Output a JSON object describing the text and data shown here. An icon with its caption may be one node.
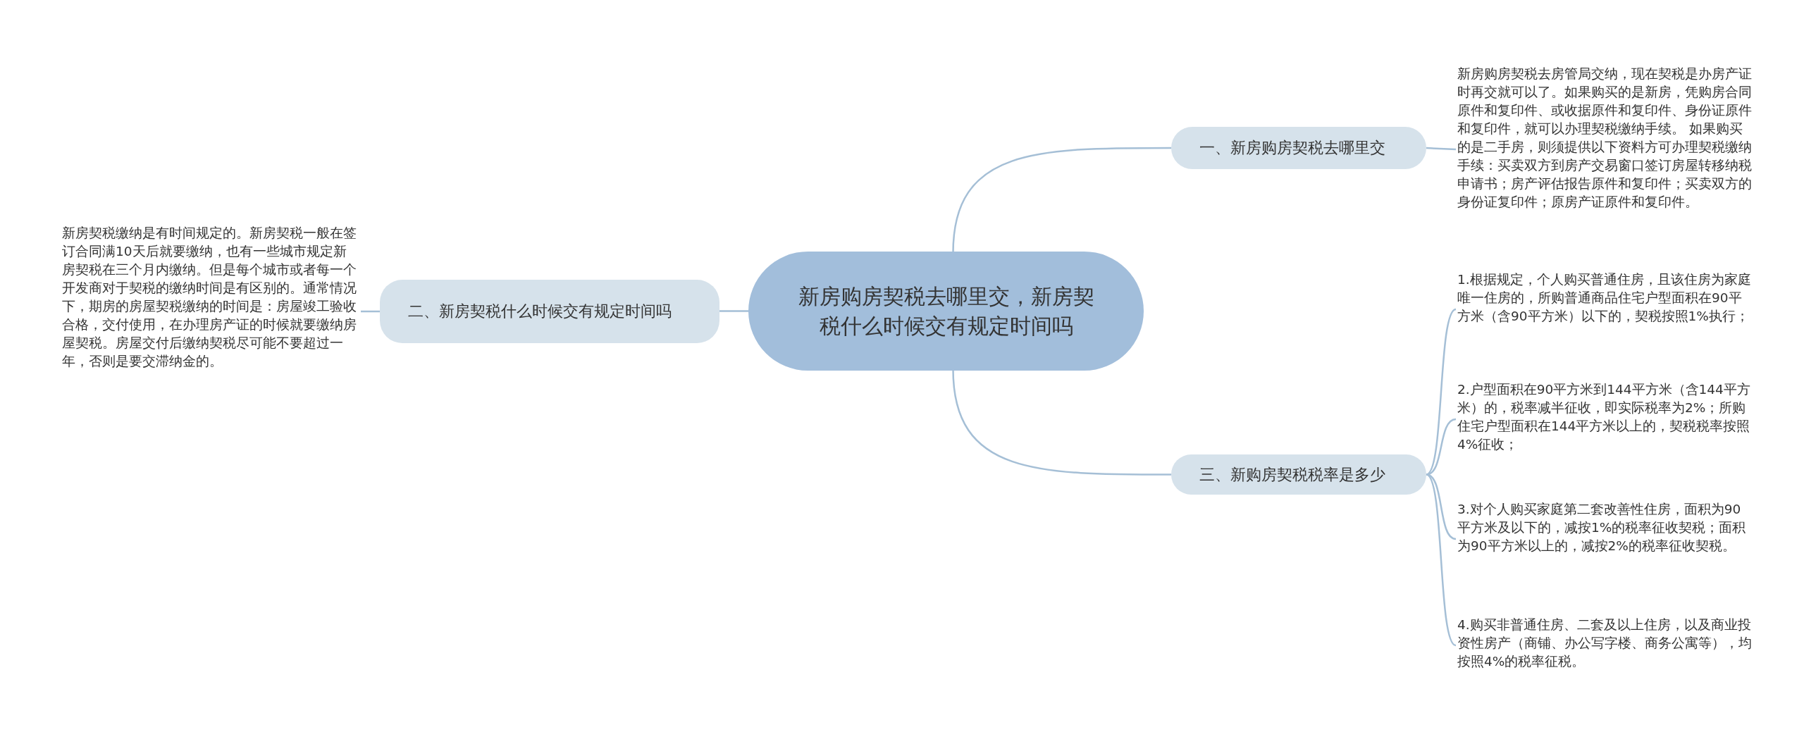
{
  "diagram": {
    "nodes": [
      {
        "text": [
          "新房购房契税去哪里交，新房契税什么时候交有规定时间吗"
        ]
      },
      {
        "text": [
          "一、新房购房契税去哪里交"
        ]
      },
      {
        "text": [
          "新房购房契税去房管局交纳，现在契税是办房产证时再交就可以了。如果购买的是新房，凭购房合同原件和复印件、或收据原件和复印件、身份证原件和复印件，就可以办理契税缴纳手续。 如果购买的是二手房，则须提供以下资料方可办理契税缴纳手续：买卖双方到房产交易窗口签订房屋转移纳税申请书；房产评估报告原件和复印件；买卖双方的身份证复印件；原房产证原件和复印件。"
        ]
      },
      {
        "text": [
          "二、新房契税什么时候交有规定时间吗"
        ]
      },
      {
        "text": [
          "新房契税缴纳是有时间规定的。新房契税一般在签订合同满10天后就要缴纳，也有一些城市规定新房契税在三个月内缴纳。但是每个城市或者每一个开发商对于契税的缴纳时间是有区别的。通常情况下，期房的房屋契税缴纳的时间是：房屋竣工验收合格，交付使用，在办理房产证的时候就要缴纳房屋契税。房屋交付后缴纳契税尽可能不要超过一年，否则是要交滞纳金的。"
        ]
      },
      {
        "text": [
          "三、新购房契税税率是多少"
        ]
      },
      {
        "text": [
          "1.根据规定，个人购买普通住房，且该住房为家庭唯一住房的，所购普通商品住宅户型面积在90平方米（含90平方米）以下的，契税按照1%执行；"
        ]
      },
      {
        "text": [
          "2.户型面积在90平方米到144平方米（含144平方米）的，税率减半征收，即实际税率为2%；所购住宅户型面积在144平方米以上的，契税税率按照4%征收；"
        ]
      },
      {
        "text": [
          "3.对个人购买家庭第二套改善性住房，面积为90平方米及以下的，减按1%的税率征收契税；面积为90平方米以上的，减按2%的税率征收契税。"
        ]
      },
      {
        "text": [
          "4.购买非普通住房、二套及以上住房，以及商业投资性房产（商铺、办公写字楼、商务公寓等），均按照4%的税率征税。"
        ]
      }
    ],
    "edges": [
      {
        "from": 0,
        "to": 1,
        "arrow": "none"
      },
      {
        "from": 1,
        "to": 2,
        "arrow": "none"
      },
      {
        "from": 0,
        "to": 3,
        "arrow": "none"
      },
      {
        "from": 3,
        "to": 4,
        "arrow": "none"
      },
      {
        "from": 0,
        "to": 5,
        "arrow": "none"
      },
      {
        "from": 5,
        "to": 6,
        "arrow": "none"
      },
      {
        "from": 5,
        "to": 7,
        "arrow": "none"
      },
      {
        "from": 5,
        "to": 8,
        "arrow": "none"
      },
      {
        "from": 5,
        "to": 9,
        "arrow": "none"
      }
    ]
  }
}
